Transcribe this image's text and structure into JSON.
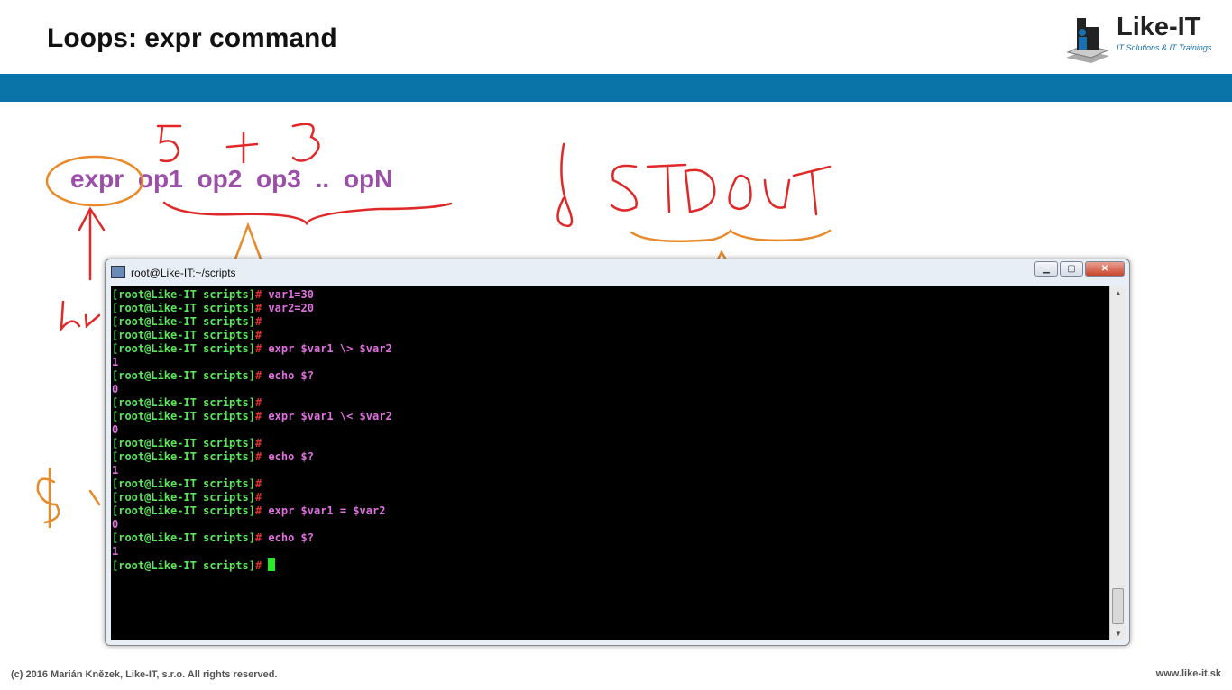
{
  "slide": {
    "title": "Loops:  expr command",
    "syntax": "expr  op1  op2  op3  .. opN",
    "footer_left": "(c) 2016 Marián Knězek, Like-IT, s.r.o. All rights reserved.",
    "footer_right": "www.like-it.sk"
  },
  "logo": {
    "name": "Like-IT",
    "tagline": "IT Solutions & IT Trainings"
  },
  "terminal": {
    "title": "root@Like-IT:~/scripts",
    "minimize": "▁",
    "maximize": "▢",
    "close": "✕",
    "prompt": "[root@Like-IT scripts]",
    "hash": "#",
    "lines": [
      {
        "type": "cmd",
        "text": " var1=30"
      },
      {
        "type": "cmd",
        "text": " var2=20"
      },
      {
        "type": "cmd",
        "text": ""
      },
      {
        "type": "cmd",
        "text": ""
      },
      {
        "type": "cmd",
        "text": " expr $var1 \\> $var2"
      },
      {
        "type": "out",
        "text": "1"
      },
      {
        "type": "cmd",
        "text": " echo $?"
      },
      {
        "type": "out",
        "text": "0"
      },
      {
        "type": "cmd",
        "text": ""
      },
      {
        "type": "cmd",
        "text": " expr $var1 \\< $var2"
      },
      {
        "type": "out",
        "text": "0"
      },
      {
        "type": "cmd",
        "text": ""
      },
      {
        "type": "cmd",
        "text": " echo $?"
      },
      {
        "type": "out",
        "text": "1"
      },
      {
        "type": "cmd",
        "text": ""
      },
      {
        "type": "cmd",
        "text": ""
      },
      {
        "type": "cmd",
        "text": " expr $var1 = $var2"
      },
      {
        "type": "out",
        "text": "0"
      },
      {
        "type": "cmd",
        "text": " echo $?"
      },
      {
        "type": "out",
        "text": "1"
      },
      {
        "type": "cursor",
        "text": " "
      }
    ]
  }
}
